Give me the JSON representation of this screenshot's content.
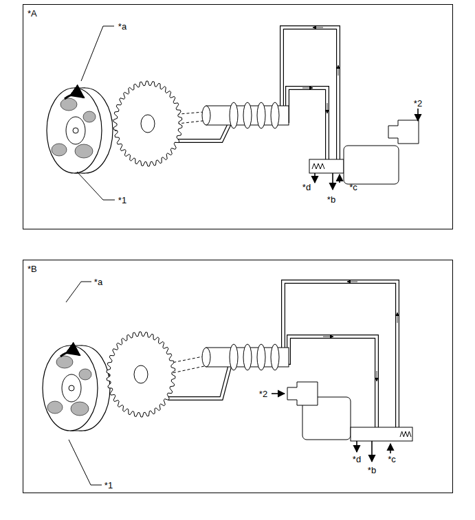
{
  "diagram": {
    "nodes": [
      {
        "text": [
          "*A"
        ]
      },
      {
        "text": [
          "*B"
        ]
      }
    ],
    "labels": [
      "*a",
      "*1",
      "*2",
      "*d",
      "*b",
      "*c",
      "*a",
      "*1",
      "*2",
      "*d",
      "*b",
      "*c"
    ]
  }
}
